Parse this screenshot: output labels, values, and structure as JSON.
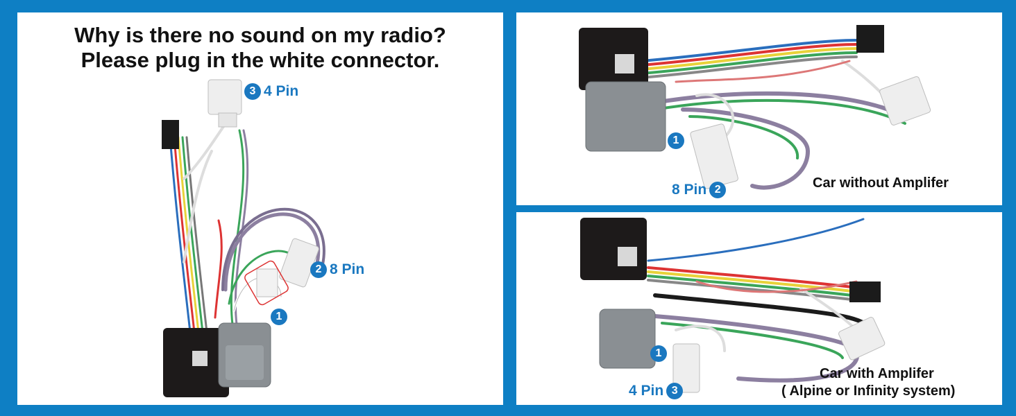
{
  "left_panel": {
    "headline_line1": "Why is there no sound on my radio?",
    "headline_line2": "Please plug in the white connector.",
    "callouts": [
      {
        "number": "3",
        "label": "4 Pin"
      },
      {
        "number": "2",
        "label": "8 Pin"
      },
      {
        "number": "1",
        "label": ""
      }
    ]
  },
  "top_right_panel": {
    "caption": "Car without Amplifer",
    "callouts": [
      {
        "number": "1",
        "label": ""
      },
      {
        "number": "2",
        "label": "8 Pin"
      }
    ]
  },
  "bottom_right_panel": {
    "caption_line1": "Car with Amplifer",
    "caption_line2": "( Alpine or Infinity system)",
    "callouts": [
      {
        "number": "1",
        "label": ""
      },
      {
        "number": "3",
        "label": "4 Pin"
      }
    ]
  },
  "colors": {
    "frame_blue": "#0e7fc4",
    "callout_blue": "#1a78c0",
    "connector_grey": "#8a8f93",
    "module_black": "#1d1a1a"
  }
}
